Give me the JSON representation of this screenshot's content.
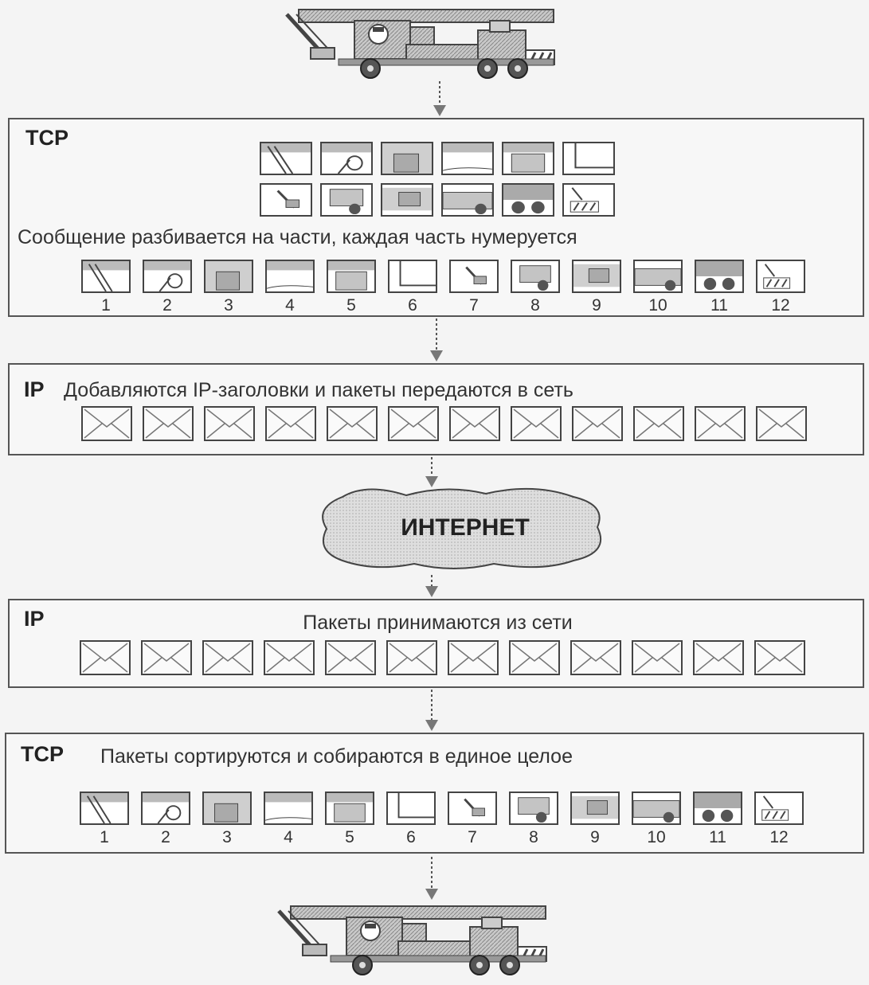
{
  "tcp_send": {
    "tag": "TCP",
    "caption": "Сообщение разбивается на части, каждая часть нумеруется",
    "numbers": [
      "1",
      "2",
      "3",
      "4",
      "5",
      "6",
      "7",
      "8",
      "9",
      "10",
      "11",
      "12"
    ]
  },
  "ip_send": {
    "tag": "IP",
    "caption": "Добавляются IP-заголовки и пакеты передаются в сеть"
  },
  "internet": {
    "label": "ИНТЕРНЕТ"
  },
  "ip_recv": {
    "tag": "IP",
    "caption": "Пакеты принимаются из сети"
  },
  "tcp_recv": {
    "tag": "TCP",
    "caption": "Пакеты сортируются и собираются в единое целое",
    "numbers": [
      "1",
      "2",
      "3",
      "4",
      "5",
      "6",
      "7",
      "8",
      "9",
      "10",
      "11",
      "12"
    ]
  },
  "icons": {
    "crane": "crane-truck-icon",
    "fragment": "message-fragment-icon",
    "packet": "envelope-icon",
    "cloud": "cloud-icon"
  },
  "colors": {
    "line": "#444444",
    "hatch": "#9a9a9a",
    "background": "#f4f4f4"
  }
}
